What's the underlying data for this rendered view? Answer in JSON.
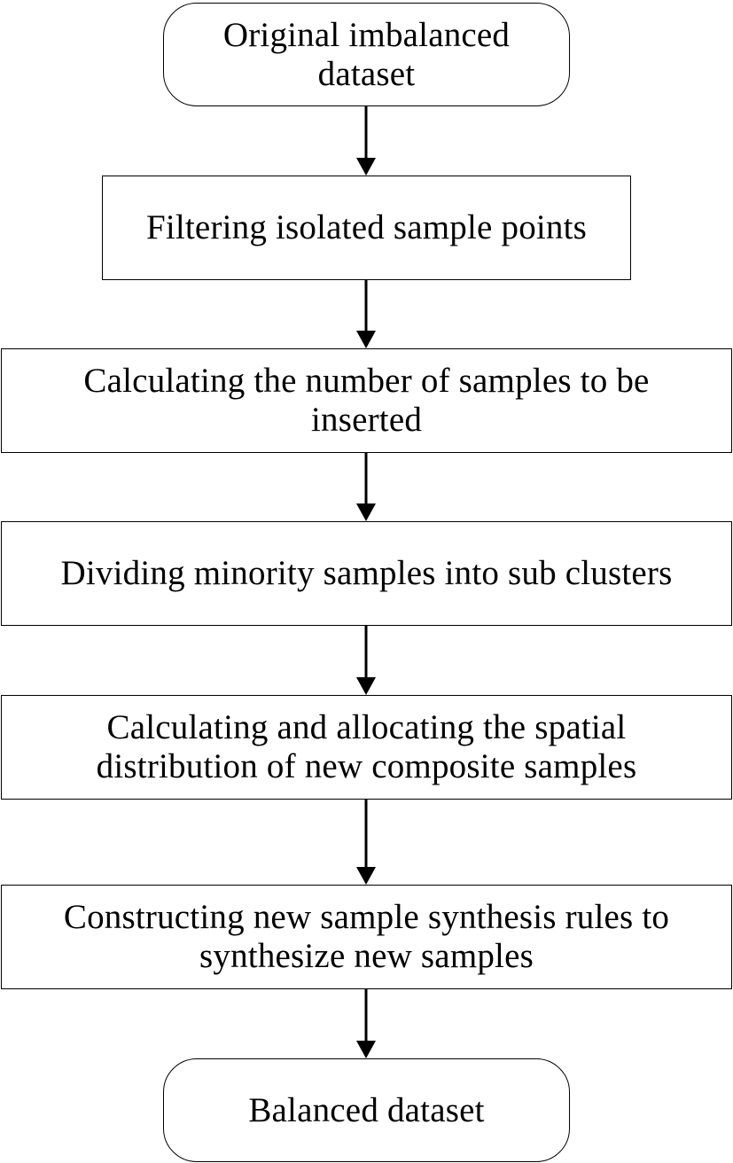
{
  "flowchart": {
    "start": "Original imbalanced\ndataset",
    "steps": [
      "Filtering isolated sample points",
      "Calculating the number of samples to be\ninserted",
      "Dividing minority samples into sub clusters",
      "Calculating and allocating the spatial\ndistribution of new composite samples",
      "Constructing new sample synthesis rules to\nsynthesize new samples"
    ],
    "end": "Balanced dataset"
  }
}
